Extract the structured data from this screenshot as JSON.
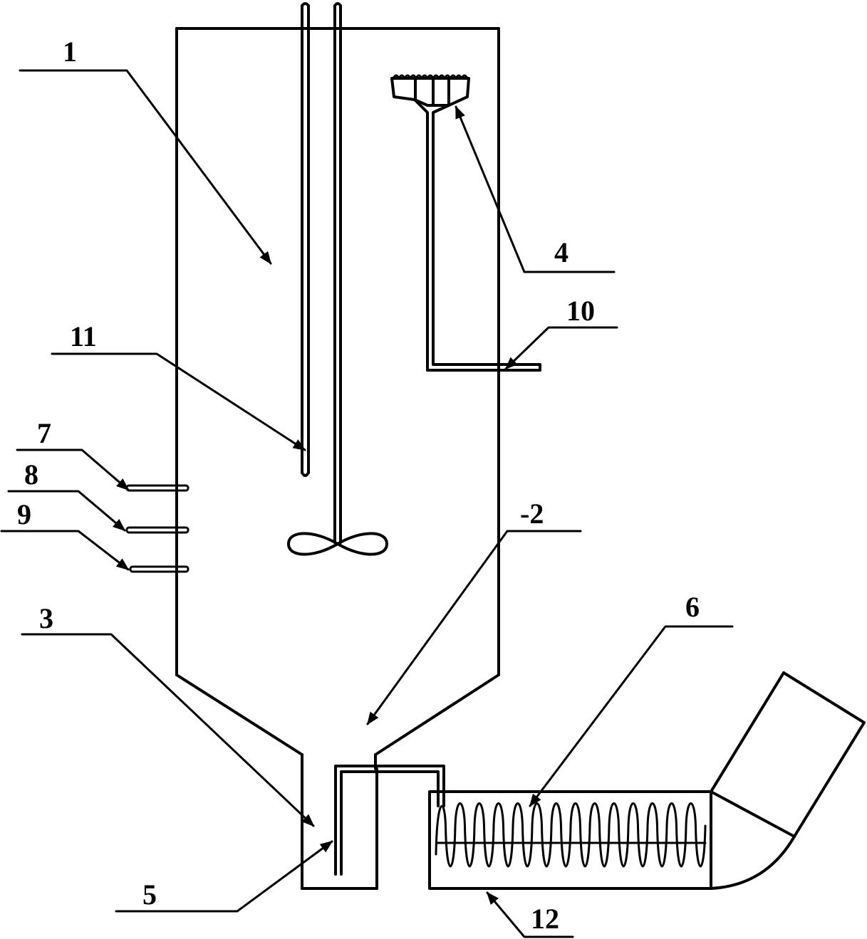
{
  "labels": {
    "l1": "1",
    "l2": "-2",
    "l3": "3",
    "l4": "4",
    "l5": "5",
    "l6": "6",
    "l7": "7",
    "l8": "8",
    "l9": "9",
    "l10": "10",
    "l11": "11",
    "l12": "12"
  }
}
